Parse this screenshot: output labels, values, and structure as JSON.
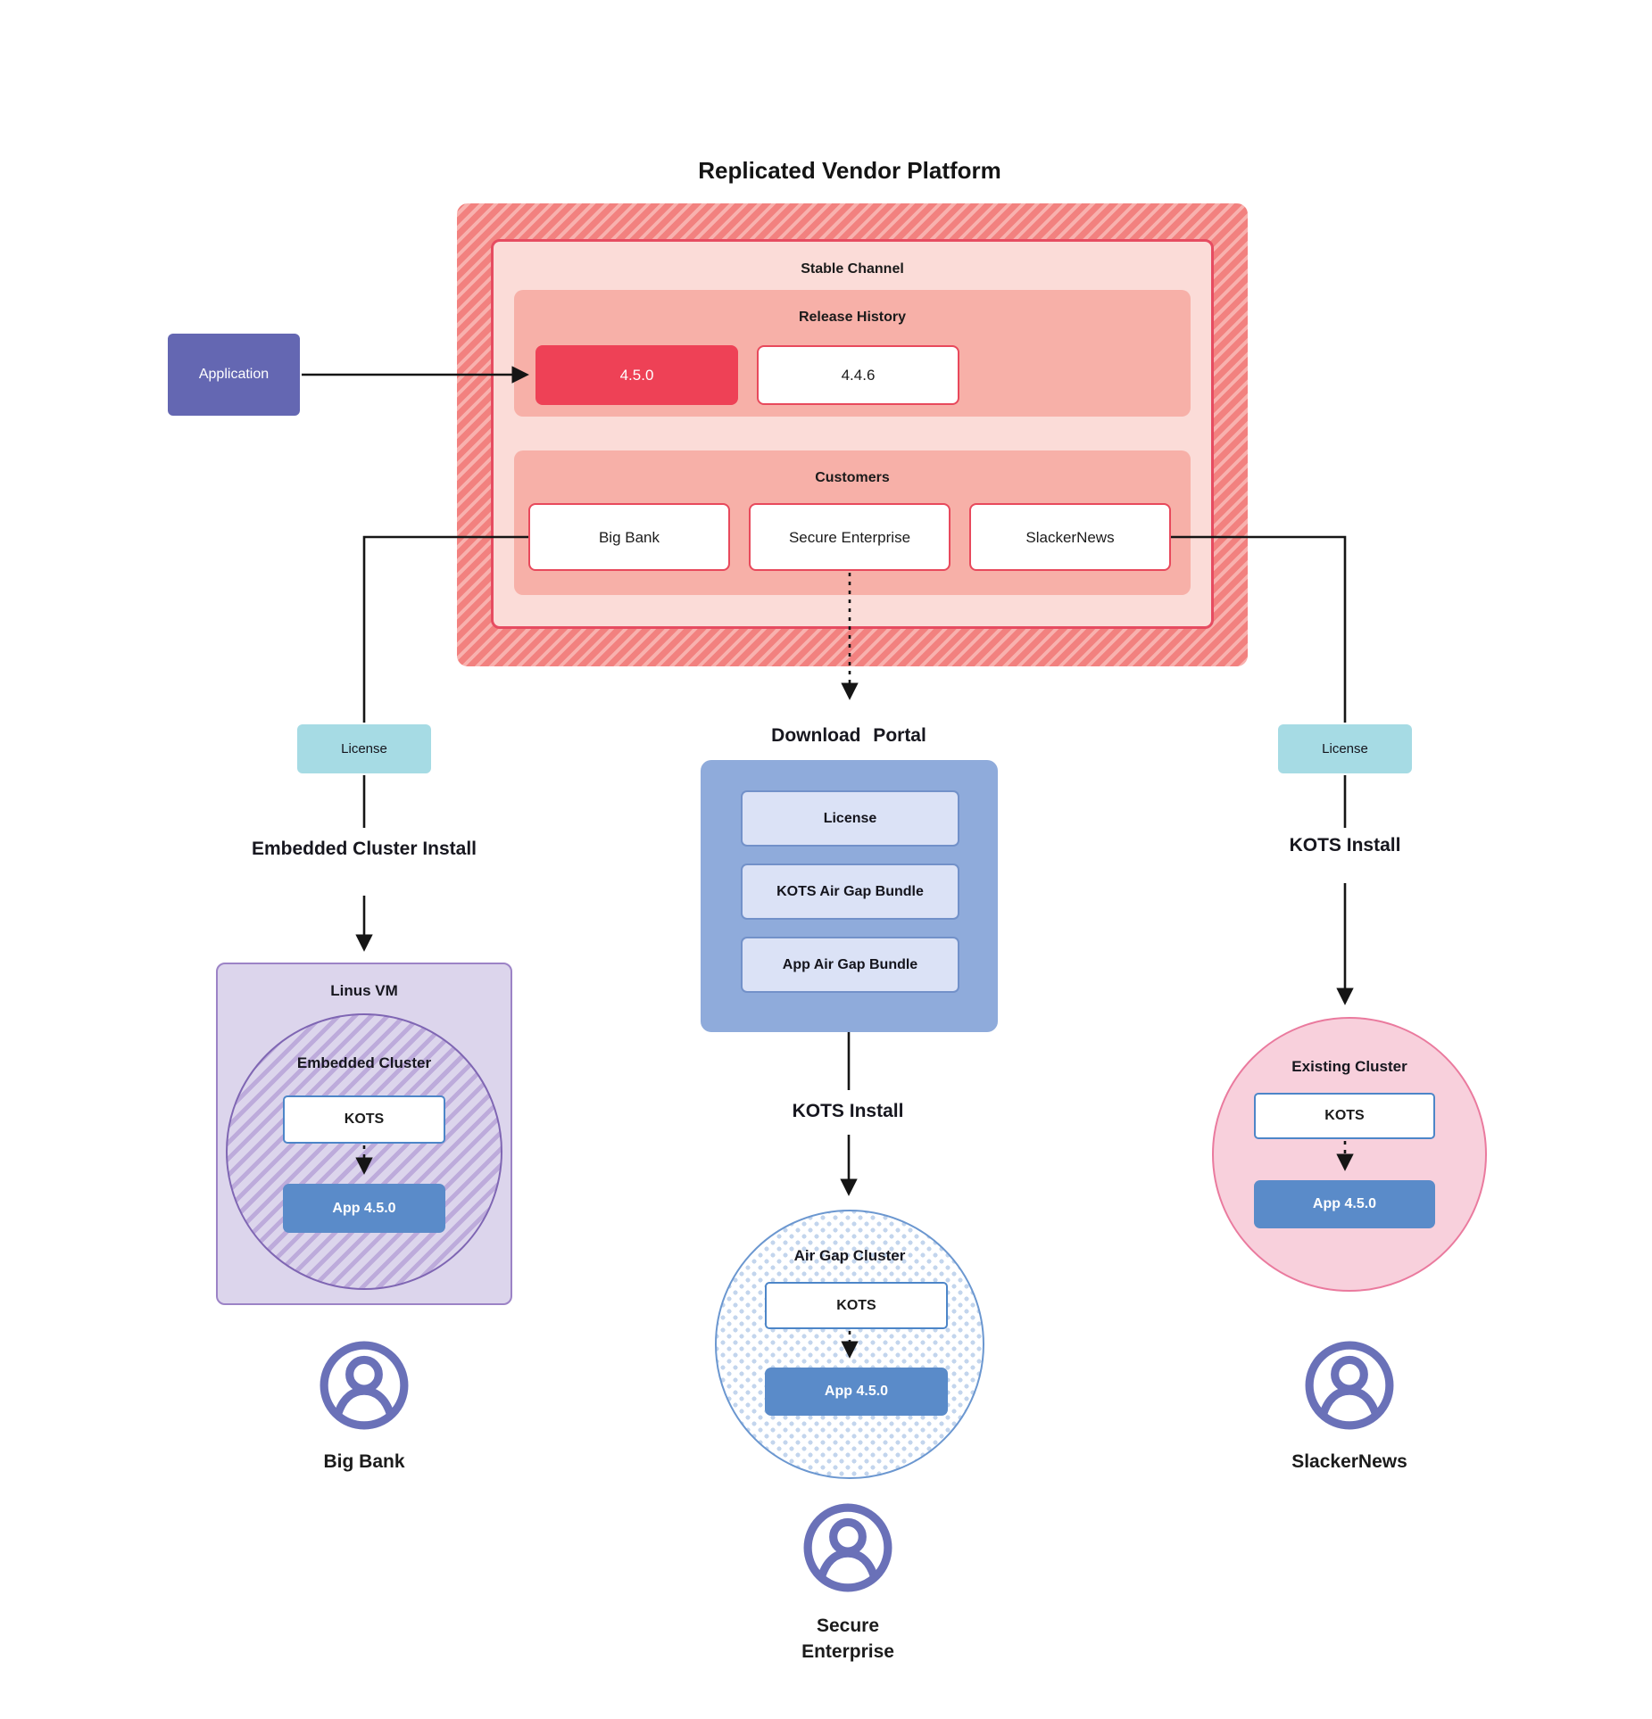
{
  "title": "Replicated Vendor Platform",
  "application": {
    "label": "Application"
  },
  "platform": {
    "stable_channel": {
      "label": "Stable Channel"
    },
    "release_history": {
      "label": "Release History",
      "releases": [
        {
          "version": "4.5.0",
          "state": "current"
        },
        {
          "version": "4.4.6",
          "state": "previous"
        }
      ]
    },
    "customers": {
      "label": "Customers",
      "items": [
        {
          "name": "Big Bank"
        },
        {
          "name": "Secure Enterprise"
        },
        {
          "name": "SlackerNews"
        }
      ]
    }
  },
  "left_flow": {
    "license": "License",
    "install_method": "Embedded Cluster Install",
    "vm": {
      "label": "Linus VM",
      "cluster": "Embedded Cluster",
      "kots": "KOTS",
      "app": "App 4.5.0"
    },
    "customer": "Big Bank"
  },
  "center_flow": {
    "portal": {
      "label": "Download Portal",
      "items": [
        {
          "label": "License"
        },
        {
          "label": "KOTS Air Gap Bundle"
        },
        {
          "label": "App Air Gap Bundle"
        }
      ]
    },
    "install_method": "KOTS Install",
    "cluster": {
      "label": "Air Gap Cluster",
      "kots": "KOTS",
      "app": "App 4.5.0"
    },
    "customer": "Secure Enterprise"
  },
  "right_flow": {
    "license": "License",
    "install_method": "KOTS Install",
    "cluster": {
      "label": "Existing Cluster",
      "kots": "KOTS",
      "app": "App 4.5.0"
    },
    "customer": "SlackerNews"
  },
  "colors": {
    "platform_hatch_base": "#f2817f",
    "platform_hatch_stripe": "#f8b1ae",
    "stable_channel_bg": "#fbdcd8",
    "stable_channel_border": "#e64c61",
    "section_bg": "#f7b0a8",
    "current_release_bg": "#ee4156",
    "release_border": "#e8495c",
    "application_bg": "#6467b2",
    "license_bg": "#a6dbe4",
    "vm_bg": "#dcd5ec",
    "vm_border": "#9c83c6",
    "embedded_hatch_stripe": "#bdabdb",
    "embedded_circle_border": "#7f66b3",
    "kots_border": "#4d86c8",
    "app_node_bg": "#5a8bc9",
    "portal_bg": "#8fabdb",
    "portal_item_bg": "#dbe2f6",
    "portal_item_border": "#7291c9",
    "airgap_border": "#6b97d0",
    "airgap_dot": "#c3d5ed",
    "existing_bg": "#f8d0dc",
    "existing_border": "#ea7a9e",
    "user_icon": "#6a71b8",
    "connector": "#151515"
  }
}
